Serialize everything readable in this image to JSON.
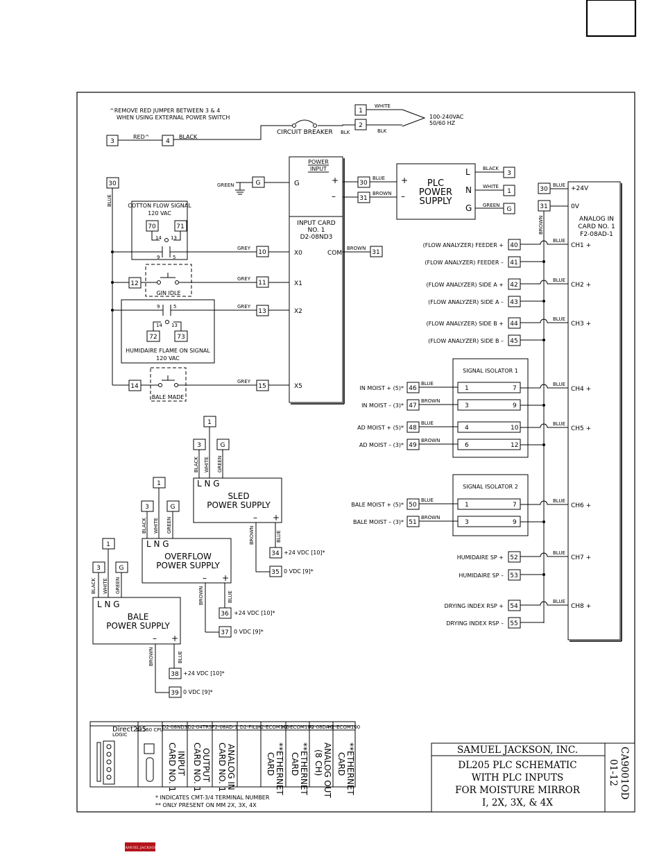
{
  "notes": {
    "jumper_line1": "^REMOVE RED JUMPER BETWEEN 3 & 4",
    "jumper_line2": "WHEN USING EXTERNAL POWER SWITCH",
    "footnote1": "* INDICATES CMT-3/4 TERMINAL NUMBER",
    "footnote2": "** ONLY PRESENT ON MM 2X, 3X, 4X"
  },
  "supply": {
    "line1": "100-240VAC",
    "line2": "50/60 HZ",
    "breaker": "CIRCUIT BREAKER"
  },
  "wires": {
    "white": "WHITE",
    "blk": "BLK",
    "red": "RED^",
    "black": "BLACK",
    "blue": "BLUE",
    "brown": "BROWN",
    "green": "GREEN",
    "grey": "GREY"
  },
  "terminals": {
    "t1": "1",
    "t2": "2",
    "t3": "3",
    "t4": "4",
    "g": "G",
    "t10": "10",
    "t11": "11",
    "t12": "12",
    "t13": "13",
    "t14": "14",
    "t15": "15",
    "t30": "30",
    "t31": "31",
    "t34": "34",
    "t35": "35",
    "t36": "36",
    "t37": "37",
    "t38": "38",
    "t39": "39",
    "t40": "40",
    "t41": "41",
    "t42": "42",
    "t43": "43",
    "t44": "44",
    "t45": "45",
    "t46": "46",
    "t47": "47",
    "t48": "48",
    "t49": "49",
    "t50": "50",
    "t51": "51",
    "t52": "52",
    "t53": "53",
    "t54": "54",
    "t55": "55",
    "t70": "70",
    "t71": "71",
    "t72": "72",
    "t73": "73"
  },
  "power_input": {
    "line1": "POWER",
    "line2": "INPUT",
    "g": "G",
    "plus": "+",
    "minus": "–"
  },
  "input_card": {
    "line1": "INPUT CARD",
    "line2": "NO. 1",
    "line3": "D2-08ND3",
    "x0": "X0",
    "x1": "X1",
    "x2": "X2",
    "x5": "X5",
    "com": "COM"
  },
  "plc_ps": {
    "line1": "PLC",
    "line2": "POWER",
    "line3": "SUPPLY",
    "l": "L",
    "n": "N",
    "g": "G",
    "plus": "+",
    "minus": "–"
  },
  "cotton": {
    "title": "COTTON FLOW SIGNAL",
    "vac": "120 VAC",
    "c14": "14",
    "c13": "13",
    "c9": "9",
    "c5": "5"
  },
  "gin_idle": "GIN IDLE",
  "humidaire": {
    "title": "HUMIDAIRE FLAME ON SIGNAL",
    "vac": "120 VAC",
    "c9": "9",
    "c5": "5",
    "c14": "14",
    "c13": "13"
  },
  "bale_made": "BALE MADE",
  "analog": {
    "line1": "ANALOG IN",
    "line2": "CARD NO. 1",
    "line3": "F2-08AD-1",
    "p24": "+24V",
    "ov": "0V",
    "ch1": "CH1 +",
    "ch2": "CH2 +",
    "ch3": "CH3 +",
    "ch4": "CH4 +",
    "ch5": "CH5 +",
    "ch6": "CH6 +",
    "ch7": "CH7 +",
    "ch8": "CH8 +"
  },
  "inputs": {
    "feeder_p": "(FLOW ANALYZER) FEEDER +",
    "feeder_m": "(FLOW ANALYZER) FEEDER –",
    "sidea_p": "(FLOW ANALYZER) SIDE A +",
    "sidea_m": "(FLOW ANALYZER) SIDE A –",
    "sideb_p": "(FLOW ANALYZER) SIDE B +",
    "sideb_m": "(FLOW ANALYZER) SIDE B –",
    "inmoist_p": "IN MOIST + (5)*",
    "inmoist_m": "IN MOIST – (3)*",
    "admoist_p": "AD MOIST + (5)*",
    "admoist_m": "AD MOIST – (3)*",
    "balemoist_p": "BALE MOIST + (5)*",
    "balemoist_m": "BALE MOIST – (3)*",
    "humsp_p": "HUMIDAIRE SP +",
    "humsp_m": "HUMIDAIRE SP –",
    "dry_p": "DRYING INDEX RSP +",
    "dry_m": "DRYING INDEX RSP –"
  },
  "iso1": {
    "title": "SIGNAL ISOLATOR 1",
    "a1": "1",
    "a7": "7",
    "a3": "3",
    "a9": "9",
    "a4": "4",
    "a10": "10",
    "a6": "6",
    "a12": "12"
  },
  "iso2": {
    "title": "SIGNAL ISOLATOR 2",
    "a1": "1",
    "a7": "7",
    "a3": "3",
    "a9": "9"
  },
  "supplies": {
    "lng": "L  N  G",
    "sled1": "SLED",
    "sled2": "POWER SUPPLY",
    "over1": "OVERFLOW",
    "over2": "POWER SUPPLY",
    "bale1": "BALE",
    "bale2": "POWER SUPPLY",
    "minus": "–",
    "plus": "+",
    "p24": "+24 VDC  [10]*",
    "ovdc": "0 VDC  [9]*"
  },
  "rack": {
    "brand": "Direct205",
    "brand_sub": "LOGIC",
    "cpu": "DL260 CPU",
    "slot1_hdr": "D2-08ND3",
    "slot1_a": "INPUT",
    "slot1_b": "CARD NO. 1",
    "slot2_hdr": "D2-04TRS",
    "slot2_a": "OUTPUT",
    "slot2_b": "CARD NO. 1",
    "slot3_hdr": "F2-08AD-1",
    "slot3_a": "ANALOG IN",
    "slot3_b": "CARD NO. 1",
    "slot4_hdr": "D2-FILL",
    "slot5_hdr": "H2-ECOM100",
    "slot5_a": "**ETHERNET",
    "slot5_b": "CARD",
    "slot6_hdr": "H2-ECOM100",
    "slot6_a": "**ETHERNET",
    "slot6_b": "CARD",
    "slot7_hdr": "F2-08DA-1",
    "slot7_a": "ANALOG OUT",
    "slot7_b": "(8 CH)",
    "slot8_hdr": "H2-ECOM100",
    "slot8_a": "**ETHERNET",
    "slot8_b": "CARD"
  },
  "title_block": {
    "company": "SAMUEL JACKSON, INC.",
    "line1": "DL205 PLC SCHEMATIC",
    "line2": "WITH PLC INPUTS",
    "line3": "FOR MOISTURE MIRROR",
    "line4": "I, 2X, 3X, & 4X",
    "drawing_no": "CA9001OD",
    "rev": "01-12"
  },
  "logo_text": "SAMUEL JACKSON"
}
